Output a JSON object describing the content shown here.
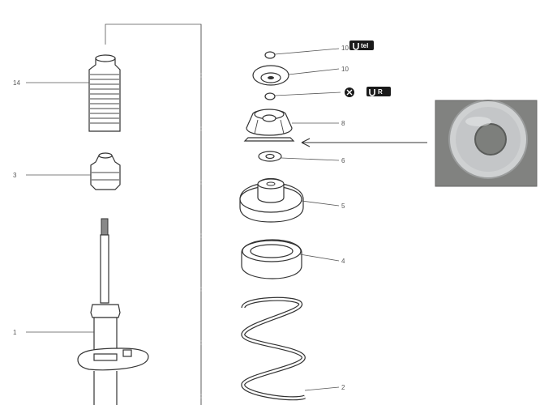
{
  "callouts": {
    "boot": "14",
    "bump_stop": "3",
    "shock_absorber": "1",
    "cap": "10",
    "top_mount": "10",
    "nut": "",
    "bearing": "8",
    "washer": "6",
    "upper_seat": "5",
    "pad": "4",
    "spring": "2"
  },
  "badges": {
    "torque_a": "tel",
    "torque_b": "R"
  },
  "colors": {
    "line": "#333333",
    "badge": "#1a1a1a",
    "photo_ring": "#c9cbcd",
    "photo_bg": "#8a8c8a"
  },
  "icons": {
    "torque_a": "torque-wrench-icon",
    "replace": "replace-x-icon",
    "torque_b": "torque-wrench-icon"
  }
}
